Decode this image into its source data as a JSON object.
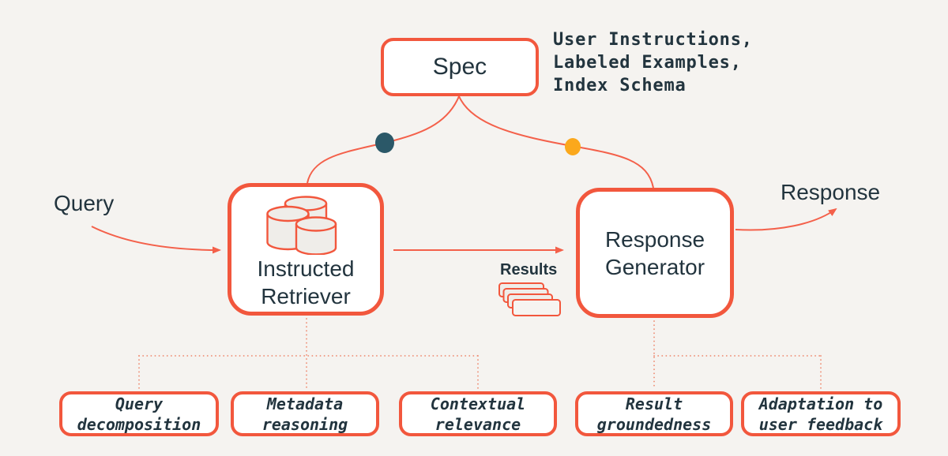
{
  "colors": {
    "background": "#F5F3F0",
    "accent": "#F2573D",
    "line": "#F4604A",
    "dotted": "#EE8A70",
    "text_dark": "#22343E",
    "teal_dot": "#2B5868",
    "amber_dot": "#FBA81C",
    "node_fill": "#FFFFFF",
    "icon_fill": "#EFEDE9",
    "card_front": "#F6F4F1"
  },
  "nodes": {
    "spec": {
      "label": "Spec"
    },
    "spec_annotation": "User Instructions,\nLabeled Examples,\nIndex Schema",
    "query_label": "Query",
    "response_label": "Response",
    "retriever": {
      "label": "Instructed\nRetriever",
      "icon": "database-cylinders"
    },
    "generator": {
      "label": "Response\nGenerator"
    },
    "results_label": "Results"
  },
  "capabilities": [
    {
      "label": "Query\ndecomposition"
    },
    {
      "label": "Metadata\nreasoning"
    },
    {
      "label": "Contextual\nrelevance"
    },
    {
      "label": "Result\ngroundedness"
    },
    {
      "label": "Adaptation to\nuser feedback"
    }
  ]
}
